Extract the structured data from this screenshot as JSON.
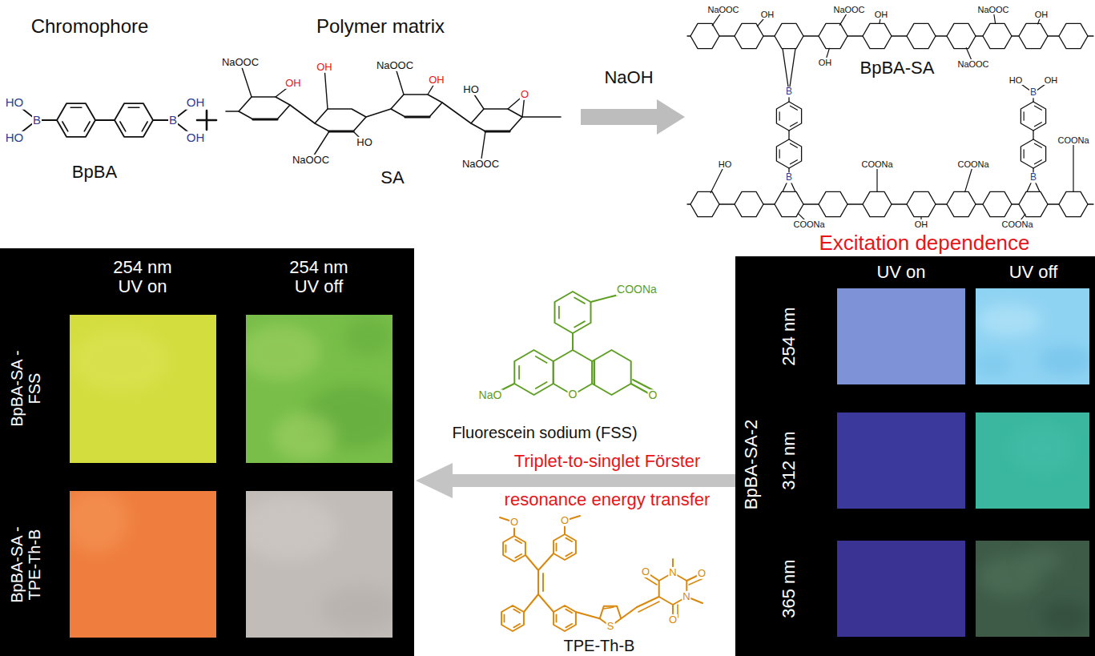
{
  "diagram": {
    "nodes": [
      {
        "text": [
          "254 nm UV on",
          "254 nm UV off",
          "BpBA-SA -FSS",
          "BpBA-SA -TPE-Th-B"
        ]
      },
      {
        "text": [
          "Excitation dependence",
          "UV on",
          "UV off",
          "BpBA-SA-2",
          "254 nm",
          "312 nm",
          "365 nm"
        ]
      }
    ],
    "edges": [
      {
        "from": 1,
        "to": 0,
        "arrow": "to"
      }
    ],
    "labels": [
      "Chromophore",
      "Polymer matrix",
      "HO",
      "B",
      "HO",
      "B",
      "OH",
      "OH",
      "BpBA",
      "NaOOC",
      "OH",
      "OH",
      "NaOOC",
      "NaOOC",
      "OH",
      "HO",
      "HO",
      "NaOOC",
      "O",
      "SA",
      "NaOH",
      "BpBA-SA",
      "NaOOC",
      "OH",
      "NaOOC",
      "OH",
      "NaOOC",
      "OH",
      "OH",
      "NaOOC",
      "HO",
      "OH",
      "B",
      "B",
      "COONa",
      "HO",
      "COONa",
      "COONa",
      "B",
      "B",
      "COONa",
      "OH",
      "COONa",
      "COONa",
      "NaO",
      "O",
      "O",
      "Fluorescein sodium (FSS)",
      "Triplet-to-singlet Förster",
      "resonance energy transfer",
      "O",
      "O",
      "S",
      "N",
      "N",
      "O",
      "O",
      "O",
      "TPE-Th-B"
    ]
  }
}
